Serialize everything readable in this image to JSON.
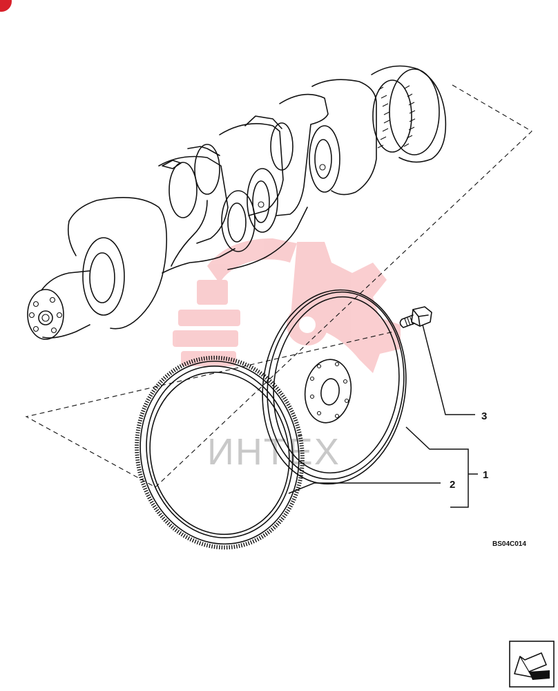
{
  "diagram": {
    "callouts": [
      {
        "id": "1",
        "label": "1"
      },
      {
        "id": "2",
        "label": "2"
      },
      {
        "id": "3",
        "label": "3"
      }
    ],
    "figure_code": "BS04C014",
    "watermark_text": "ИНТЕХ",
    "colors": {
      "line": "#111111",
      "watermark": "#e8202a",
      "corner_badge": "#d8202a"
    },
    "icons": [
      "crankshaft-illustration",
      "flywheel-illustration",
      "ring-gear-illustration",
      "bolt-illustration",
      "next-page-arrow-icon"
    ]
  }
}
